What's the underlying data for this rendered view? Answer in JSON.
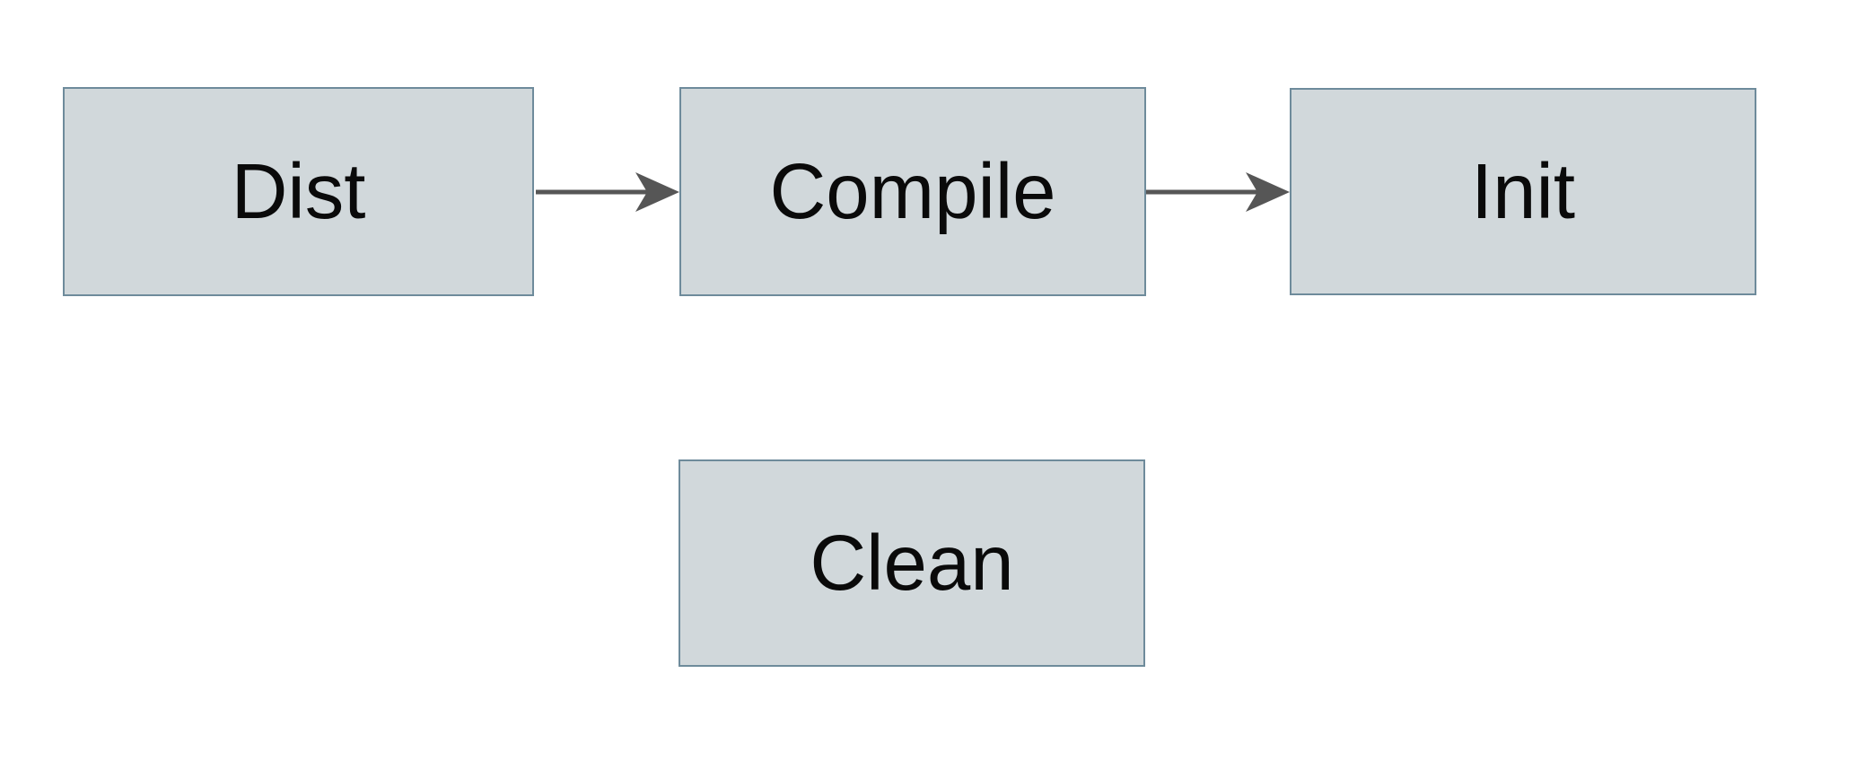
{
  "diagram": {
    "nodes": [
      {
        "id": "dist",
        "label": "Dist"
      },
      {
        "id": "compile",
        "label": "Compile"
      },
      {
        "id": "init",
        "label": "Init"
      },
      {
        "id": "clean",
        "label": "Clean"
      }
    ],
    "edges": [
      {
        "from": "Dist",
        "to": "Compile"
      },
      {
        "from": "Compile",
        "to": "Init"
      }
    ]
  },
  "colors": {
    "canvas-bg": "#ffffff",
    "node-fill": "#d1d8db",
    "node-border": "#6e8b9b",
    "arrow-color": "#565656",
    "label-color": "#0a0a0a"
  }
}
